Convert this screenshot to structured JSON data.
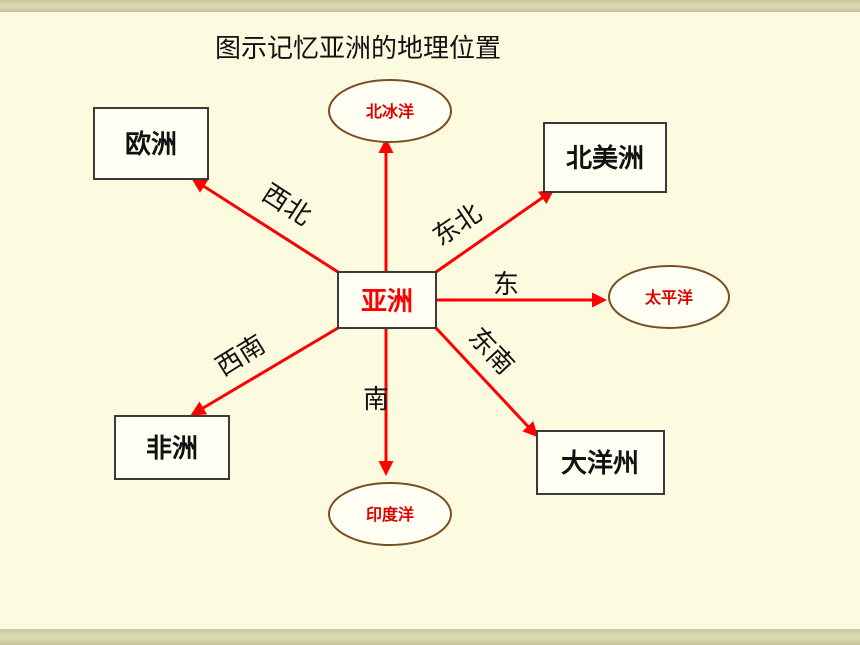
{
  "title": "图示记忆亚洲的地理位置",
  "center": "亚洲",
  "continents": {
    "europe": "欧洲",
    "north_america": "北美洲",
    "africa": "非洲",
    "oceania": "大洋州"
  },
  "oceans": {
    "arctic": "北冰洋",
    "pacific": "太平洋",
    "indian": "印度洋"
  },
  "directions": {
    "northwest": "西北",
    "northeast": "东北",
    "east": "东",
    "southeast": "东南",
    "south": "南",
    "southwest": "西南"
  },
  "colors": {
    "arrow": "#ff0000",
    "center_text": "#ff0000",
    "ocean_text": "#e00000",
    "oval_border": "#7a4e22",
    "background": "#fcfbe0"
  }
}
